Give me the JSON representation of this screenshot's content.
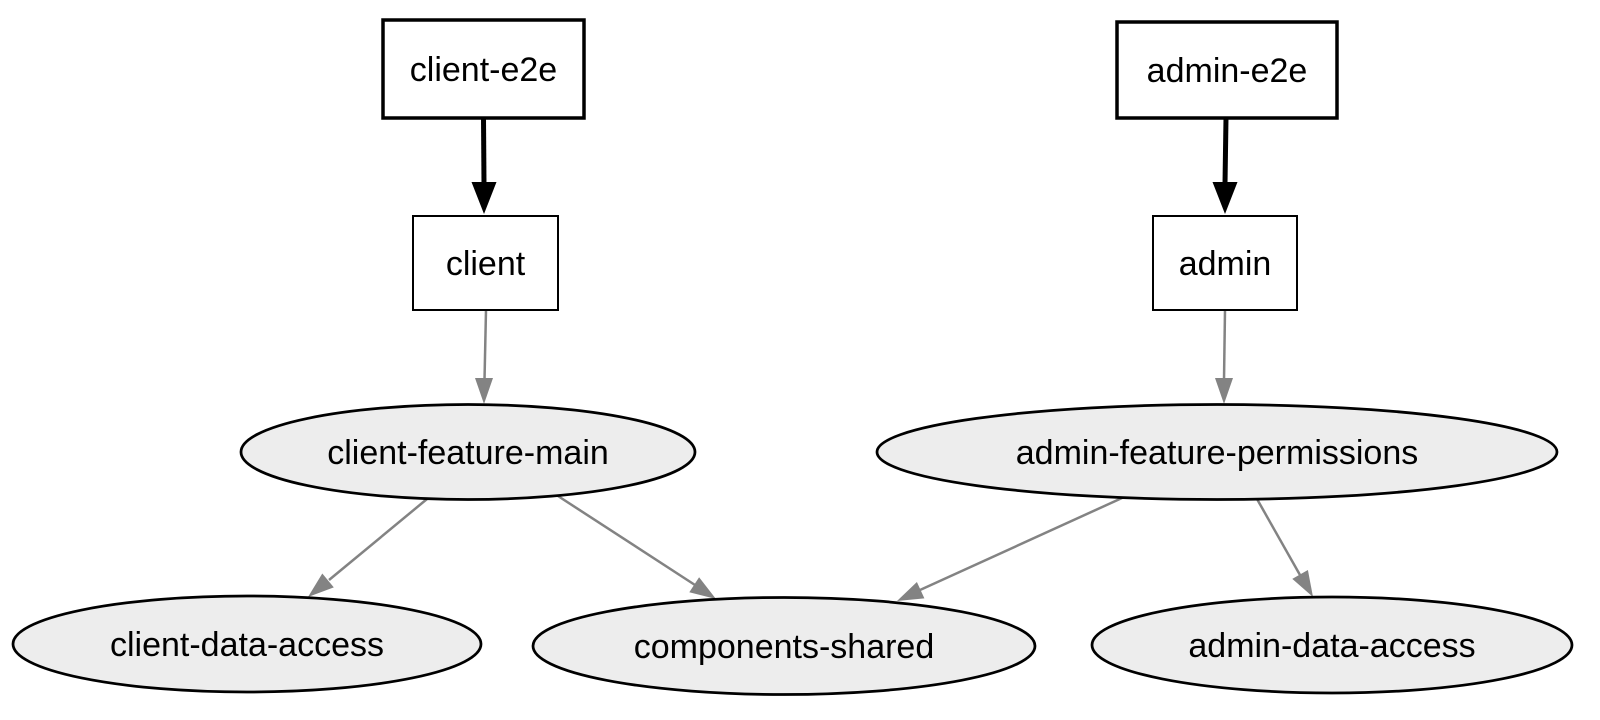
{
  "diagram": {
    "type": "dependency-graph",
    "background": "#ffffff",
    "colors": {
      "box_fill": "#ffffff",
      "lib_fill": "#ededed",
      "node_stroke": "#000000",
      "text": "#000000",
      "edge_strong": "#000000",
      "edge_regular": "#838383"
    },
    "nodes": [
      {
        "id": "client-e2e",
        "label": "client-e2e",
        "shape": "box"
      },
      {
        "id": "client",
        "label": "client",
        "shape": "box"
      },
      {
        "id": "admin-e2e",
        "label": "admin-e2e",
        "shape": "box"
      },
      {
        "id": "admin",
        "label": "admin",
        "shape": "box"
      },
      {
        "id": "client-feature-main",
        "label": "client-feature-main",
        "shape": "ellipse"
      },
      {
        "id": "admin-feature-permissions",
        "label": "admin-feature-permissions",
        "shape": "ellipse"
      },
      {
        "id": "client-data-access",
        "label": "client-data-access",
        "shape": "ellipse"
      },
      {
        "id": "components-shared",
        "label": "components-shared",
        "shape": "ellipse"
      },
      {
        "id": "admin-data-access",
        "label": "admin-data-access",
        "shape": "ellipse"
      }
    ],
    "edges": [
      {
        "from": "client-e2e",
        "to": "client",
        "style": "strong"
      },
      {
        "from": "admin-e2e",
        "to": "admin",
        "style": "strong"
      },
      {
        "from": "client",
        "to": "client-feature-main",
        "style": "regular"
      },
      {
        "from": "admin",
        "to": "admin-feature-permissions",
        "style": "regular"
      },
      {
        "from": "client-feature-main",
        "to": "client-data-access",
        "style": "regular"
      },
      {
        "from": "client-feature-main",
        "to": "components-shared",
        "style": "regular"
      },
      {
        "from": "admin-feature-permissions",
        "to": "components-shared",
        "style": "regular"
      },
      {
        "from": "admin-feature-permissions",
        "to": "admin-data-access",
        "style": "regular"
      }
    ]
  }
}
